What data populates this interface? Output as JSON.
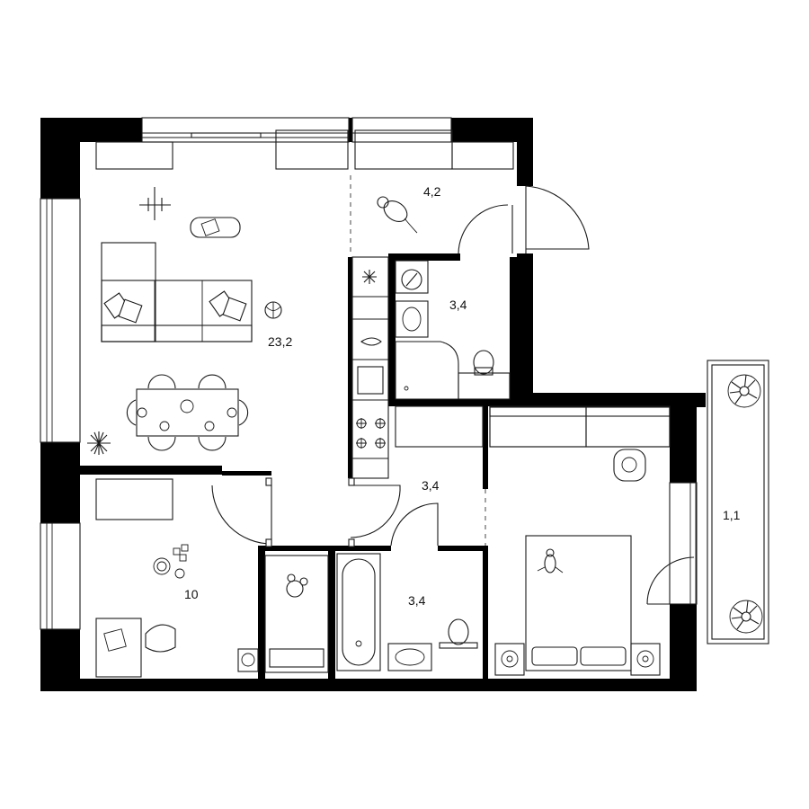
{
  "plan": {
    "rooms": [
      {
        "id": "living",
        "label": "23,2"
      },
      {
        "id": "hall",
        "label": "4,2"
      },
      {
        "id": "bath-upper",
        "label": "3,4"
      },
      {
        "id": "corridor",
        "label": "3,4"
      },
      {
        "id": "bath-lower",
        "label": "3,4"
      },
      {
        "id": "kids-room",
        "label": "10"
      },
      {
        "id": "balcony",
        "label": "1,1"
      }
    ],
    "colors": {
      "wall": "#000000",
      "line": "#1a1a1a",
      "background": "#ffffff"
    }
  }
}
